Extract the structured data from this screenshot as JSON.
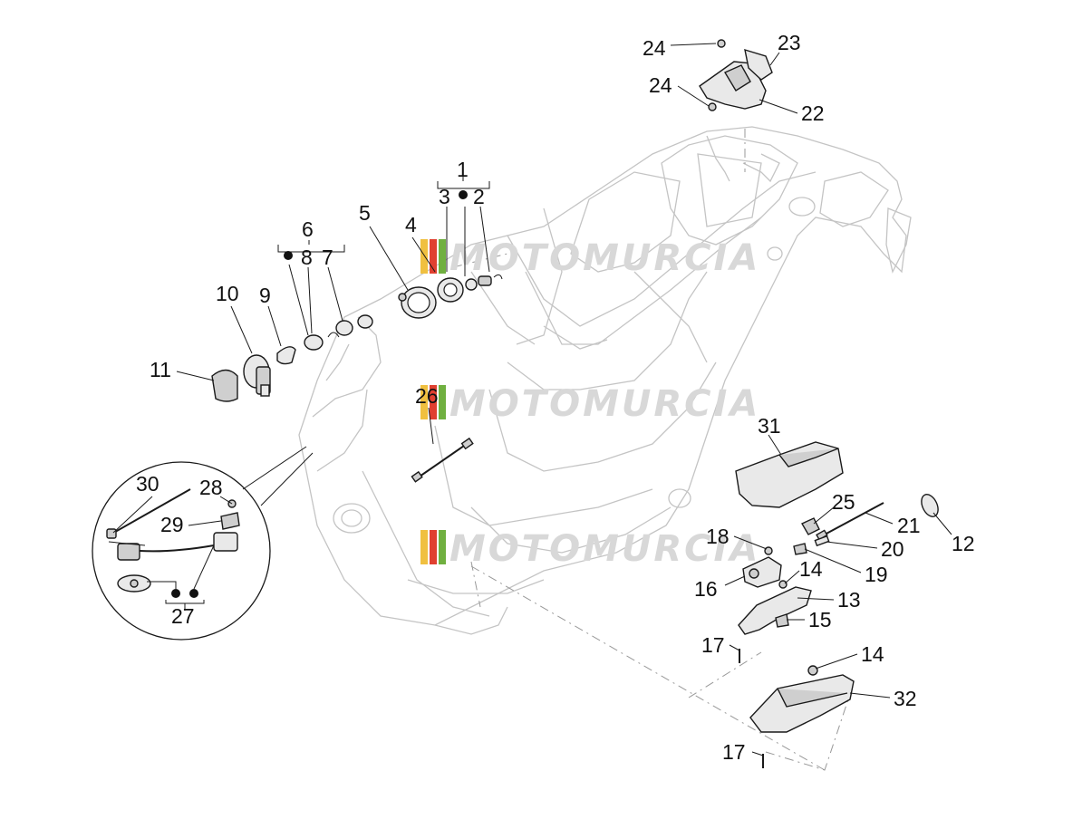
{
  "watermark": {
    "text": "MOTOMURCIA",
    "color": "#d8d8d8",
    "stripe_colors": [
      "#f0c040",
      "#e04030",
      "#70b040"
    ]
  },
  "callouts": {
    "c1": "1",
    "c2": "2",
    "c3": "3",
    "c4": "4",
    "c5": "5",
    "c6": "6",
    "c7": "7",
    "c8": "8",
    "c9": "9",
    "c10": "10",
    "c11": "11",
    "c12": "12",
    "c13": "13",
    "c14a": "14",
    "c14b": "14",
    "c15": "15",
    "c16": "16",
    "c17a": "17",
    "c17b": "17",
    "c18": "18",
    "c19": "19",
    "c20": "20",
    "c21": "21",
    "c22": "22",
    "c23": "23",
    "c24a": "24",
    "c24b": "24",
    "c25": "25",
    "c26": "26",
    "c27": "27",
    "c28": "28",
    "c29": "29",
    "c30": "30",
    "c31": "31",
    "c32": "32"
  }
}
